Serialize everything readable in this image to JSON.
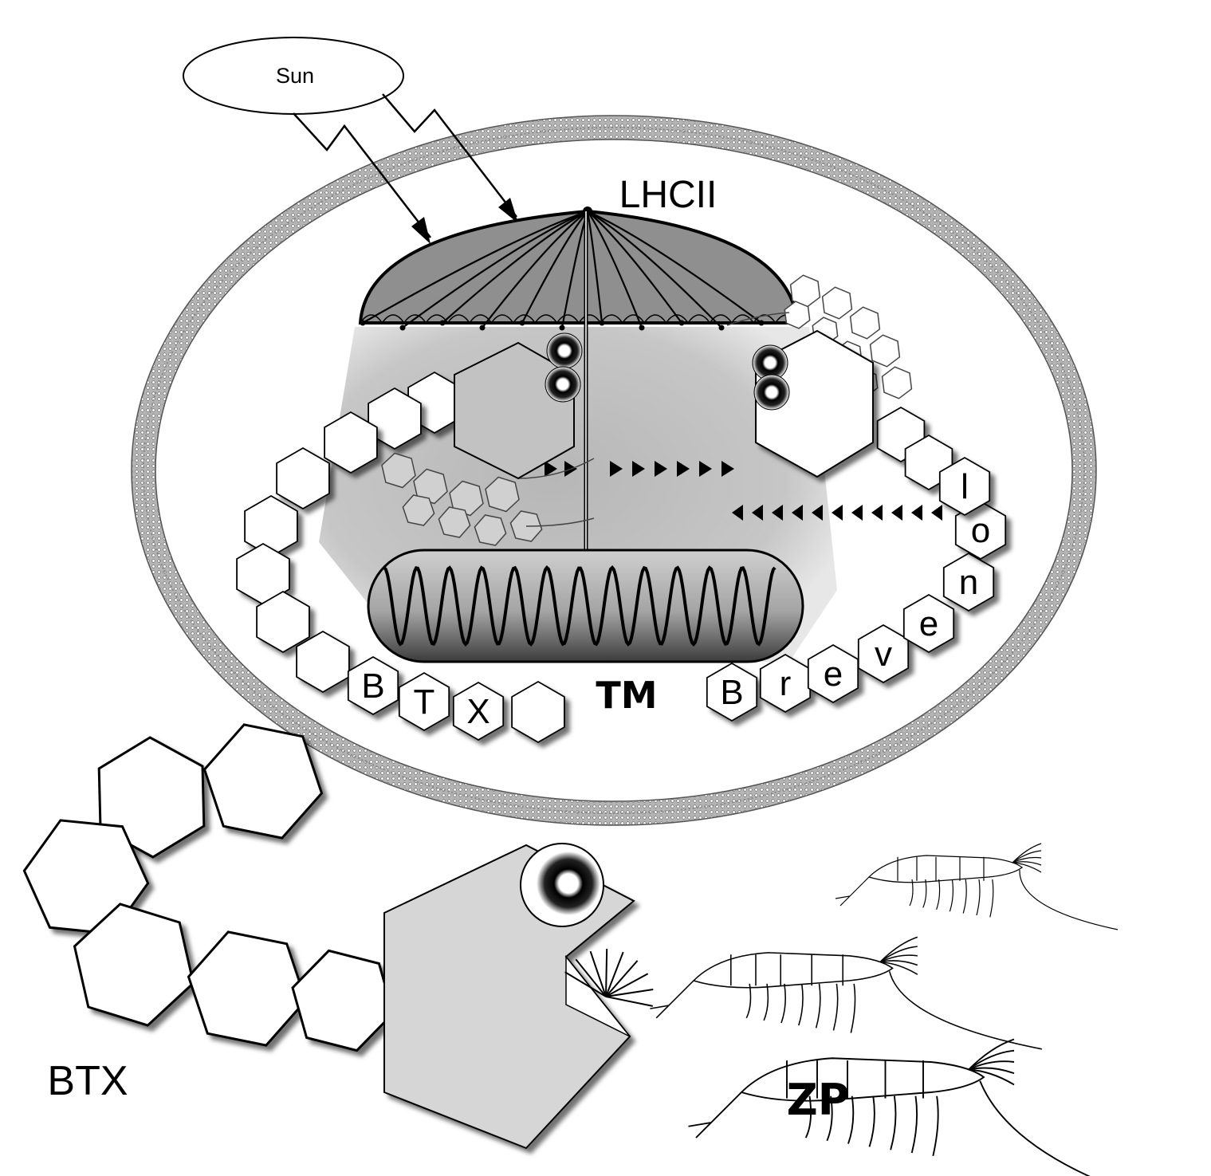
{
  "labels": {
    "sun": "Sun",
    "lhcii": "LHCII",
    "tm": "TM",
    "btx_cell": [
      "B",
      "T",
      "X"
    ],
    "brevenol": [
      "B",
      "r",
      "e",
      "v",
      "e",
      "n",
      "o",
      "l"
    ],
    "btx": "BTX",
    "zp": "ZP"
  },
  "colors": {
    "membrane": "#9a9a9a",
    "umbrella": "#8f8f8f",
    "cytoplasm_shade": "#bdbdbd",
    "tm_body": "#9c9c9c",
    "hexagon_fill": "#ffffff",
    "btx_head": "#d6d6d6",
    "line": "#000000"
  }
}
